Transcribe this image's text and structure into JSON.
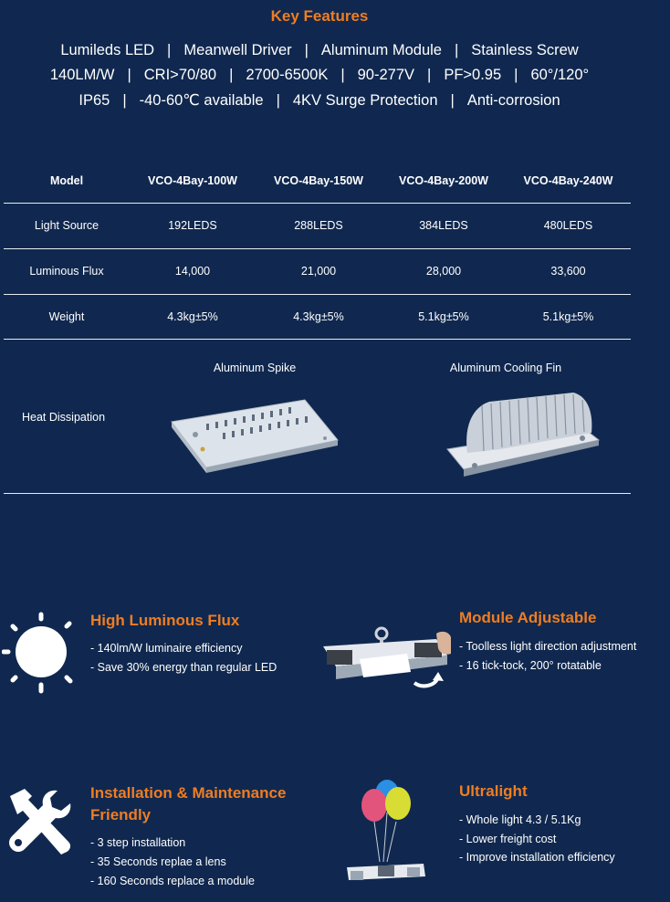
{
  "key_features": {
    "title": "Key Features",
    "line1": [
      "Lumileds LED",
      "Meanwell Driver",
      "Aluminum Module",
      "Stainless Screw"
    ],
    "line2": [
      "140LM/W",
      "CRI>70/80",
      "2700-6500K",
      "90-277V",
      "PF>0.95",
      "60°/120°"
    ],
    "line3": [
      "IP65",
      "-40-60℃ available",
      "4KV Surge Protection",
      "Anti-corrosion"
    ]
  },
  "spec_table": {
    "headers": [
      "Model",
      "VCO-4Bay-100W",
      "VCO-4Bay-150W",
      "VCO-4Bay-200W",
      "VCO-4Bay-240W"
    ],
    "rows": [
      [
        "Light Source",
        "192LEDS",
        "288LEDS",
        "384LEDS",
        "480LEDS"
      ],
      [
        "Luminous Flux",
        "14,000",
        "21,000",
        "28,000",
        "33,600"
      ],
      [
        "Weight",
        "4.3kg±5%",
        "4.3kg±5%",
        "5.1kg±5%",
        "5.1kg±5%"
      ]
    ],
    "heat_dissipation": {
      "label": "Heat Dissipation",
      "option1": "Aluminum Spike",
      "option2": "Aluminum Cooling Fin"
    }
  },
  "features": {
    "flux": {
      "title": "High Luminous Flux",
      "items": [
        "- 140lm/W luminaire efficiency",
        "- Save 30% energy than regular LED"
      ],
      "icon": "sun-icon"
    },
    "module": {
      "title": "Module Adjustable",
      "items": [
        "- Toolless light direction adjustment",
        "- 16 tick-tock, 200° rotatable"
      ],
      "icon": "adjustable-module-photo"
    },
    "install": {
      "title_line1": "Installation & Maintenance",
      "title_line2": "Friendly",
      "items": [
        "- 3 step installation",
        "- 35 Seconds replae a lens",
        "- 160 Seconds replace a module"
      ],
      "icon": "tools-icon"
    },
    "ultralight": {
      "title": "Ultralight",
      "items": [
        "- Whole light 4.3 / 5.1Kg",
        "- Lower freight cost",
        "- Improve installation efficiency"
      ],
      "icon": "balloons-icon"
    }
  },
  "colors": {
    "background": "#10284f",
    "accent": "#ef7d22",
    "text": "#ffffff"
  }
}
